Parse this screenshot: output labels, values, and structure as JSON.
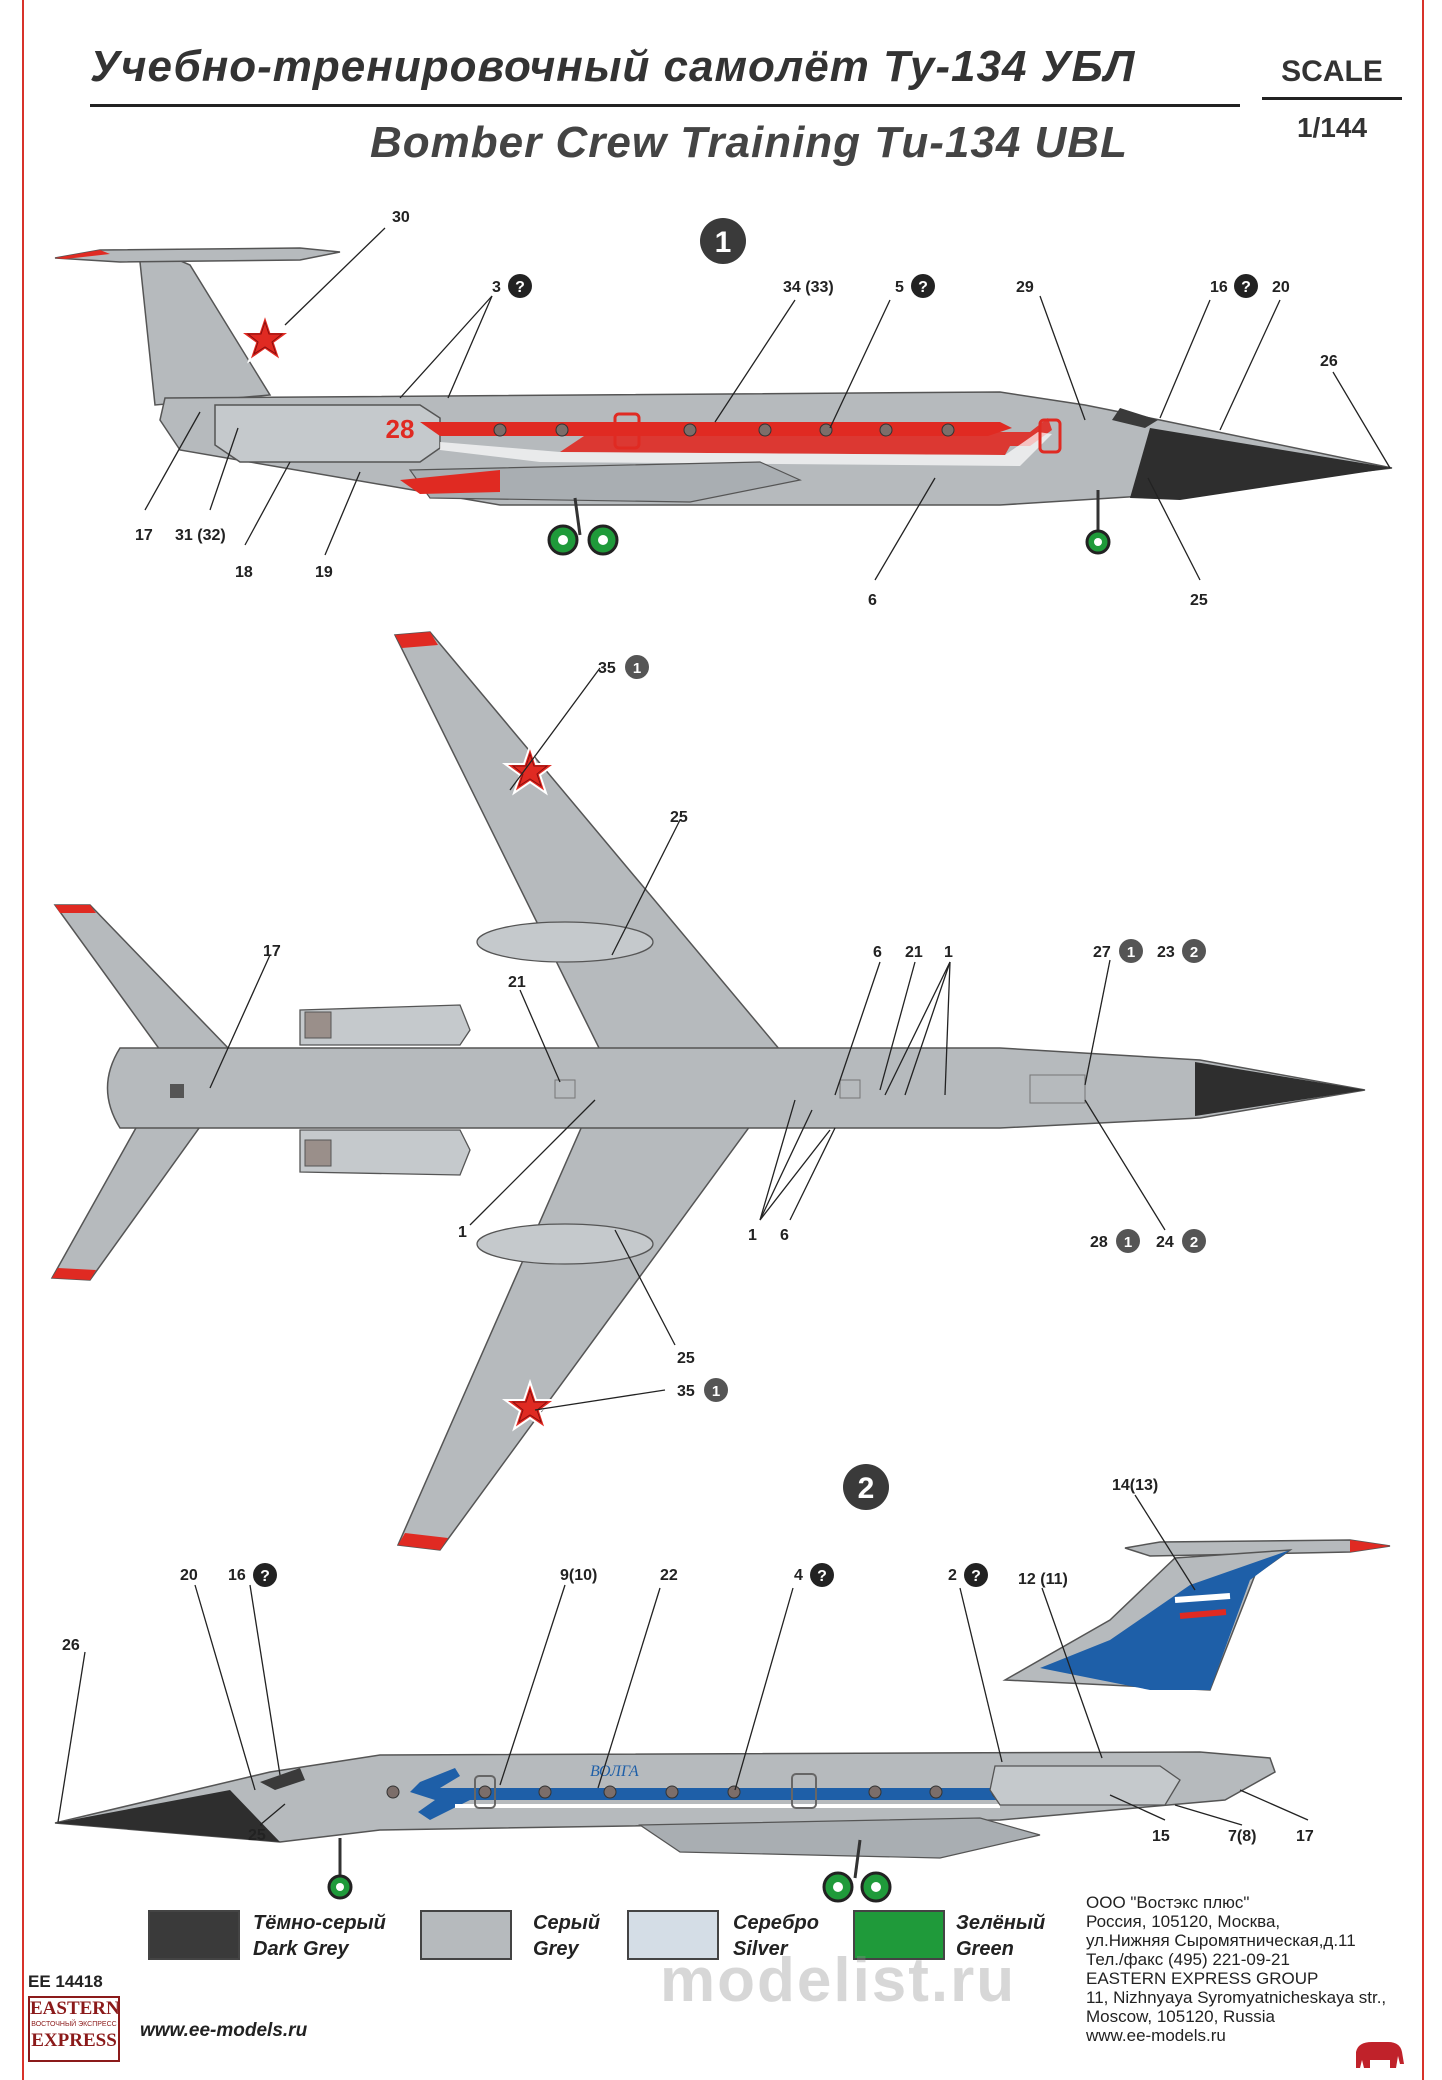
{
  "header": {
    "title_ru": "Учебно-тренировочный самолёт Ту-134 УБЛ",
    "title_en": "Bomber Crew Training Tu-134 UBL",
    "scale_label": "SCALE",
    "scale_value": "1/144"
  },
  "scheme1": {
    "number": "1",
    "tail_number": "28",
    "labels": [
      "30",
      "3",
      "34 (33)",
      "5",
      "29",
      "16",
      "20",
      "26",
      "17",
      "31 (32)",
      "18",
      "19",
      "6",
      "25"
    ],
    "unknown_mark": "?"
  },
  "top_view": {
    "labels": [
      "35",
      "1",
      "25",
      "17",
      "21",
      "6",
      "21",
      "1",
      "27",
      "1",
      "23",
      "2",
      "1",
      "1",
      "6",
      "28",
      "1",
      "24",
      "2",
      "25",
      "35",
      "1"
    ]
  },
  "scheme2": {
    "number": "2",
    "fuselage_text": "ВОЛГА",
    "labels": [
      "14(13)",
      "20",
      "16",
      "9(10)",
      "22",
      "4",
      "2",
      "12 (11)",
      "26",
      "25",
      "15",
      "7(8)",
      "17"
    ]
  },
  "colors": [
    {
      "ru": "Тёмно-серый",
      "en": "Dark Grey",
      "hex": "#3a3a3a"
    },
    {
      "ru": "Серый",
      "en": "Grey",
      "hex": "#b6babd"
    },
    {
      "ru": "Серебро",
      "en": "Silver",
      "hex": "#d4dde6"
    },
    {
      "ru": "Зелёный",
      "en": "Green",
      "hex": "#1f9a3a"
    }
  ],
  "footer": {
    "product_code": "EE 14418",
    "logo_line1": "EASTERN",
    "logo_line2": "ВОСТОЧНЫЙ ЭКСПРЕСС",
    "logo_line3": "EXPRESS",
    "website": "www.ee-models.ru",
    "address": [
      "ООО \"Востэкс плюс\"",
      "Россия, 105120, Москва,",
      "ул.Нижняя Сыромятническая,д.11",
      "Тел./факс (495) 221-09-21",
      "EASTERN EXPRESS GROUP",
      "11, Nizhnyaya Syromyatnicheskaya str.,",
      "Moscow, 105120, Russia",
      "www.ee-models.ru"
    ],
    "watermark": "modelist.ru"
  }
}
